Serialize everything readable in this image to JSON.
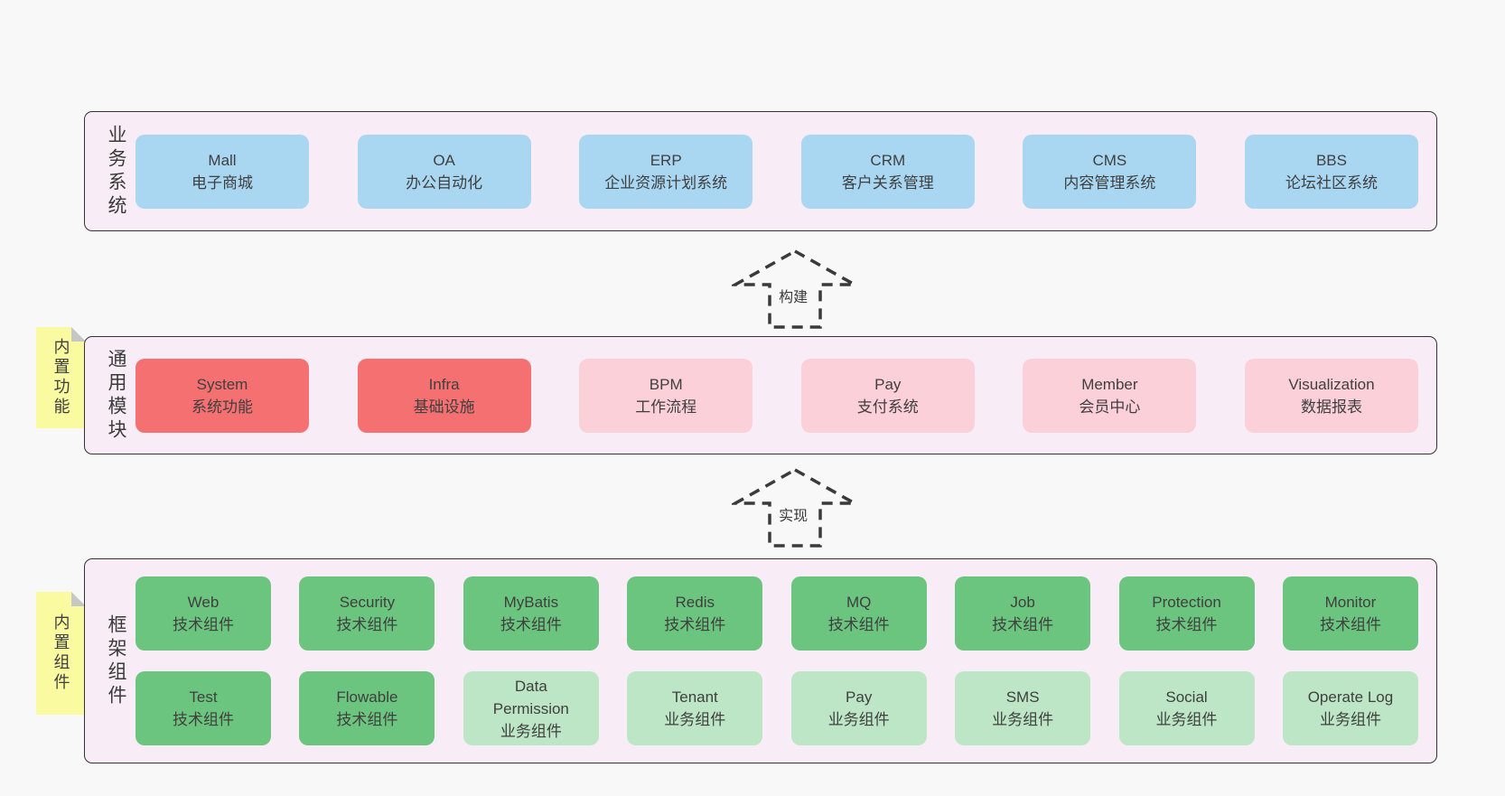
{
  "colors": {
    "page_bg": "#f8f8f8",
    "band_bg": "#f8edf6",
    "band_border": "#333333",
    "blue_box": "#a9d7f2",
    "red_box": "#f57070",
    "pink_box": "#fbd0d8",
    "green_dark_box": "#6bc57e",
    "green_light_box": "#bce6c5",
    "sticky_yellow": "#fafaa0",
    "text": "#3f3f3f"
  },
  "arrows": [
    {
      "label": "构建"
    },
    {
      "label": "实现"
    }
  ],
  "bands": [
    {
      "label": "业务系统",
      "rows": [
        [
          {
            "title": "Mall",
            "subtitle": "电子商城"
          },
          {
            "title": "OA",
            "subtitle": "办公自动化"
          },
          {
            "title": "ERP",
            "subtitle": "企业资源计划系统"
          },
          {
            "title": "CRM",
            "subtitle": "客户关系管理"
          },
          {
            "title": "CMS",
            "subtitle": "内容管理系统"
          },
          {
            "title": "BBS",
            "subtitle": "论坛社区系统"
          }
        ]
      ]
    },
    {
      "label": "通用模块",
      "sticky": "内置功能",
      "rows": [
        [
          {
            "title": "System",
            "subtitle": "系统功能"
          },
          {
            "title": "Infra",
            "subtitle": "基础设施"
          },
          {
            "title": "BPM",
            "subtitle": "工作流程"
          },
          {
            "title": "Pay",
            "subtitle": "支付系统"
          },
          {
            "title": "Member",
            "subtitle": "会员中心"
          },
          {
            "title": "Visualization",
            "subtitle": "数据报表"
          }
        ]
      ]
    },
    {
      "label": "框架组件",
      "sticky": "内置组件",
      "rows": [
        [
          {
            "title": "Web",
            "subtitle": "技术组件"
          },
          {
            "title": "Security",
            "subtitle": "技术组件"
          },
          {
            "title": "MyBatis",
            "subtitle": "技术组件"
          },
          {
            "title": "Redis",
            "subtitle": "技术组件"
          },
          {
            "title": "MQ",
            "subtitle": "技术组件"
          },
          {
            "title": "Job",
            "subtitle": "技术组件"
          },
          {
            "title": "Protection",
            "subtitle": "技术组件"
          },
          {
            "title": "Monitor",
            "subtitle": "技术组件"
          }
        ],
        [
          {
            "title": "Test",
            "subtitle": "技术组件"
          },
          {
            "title": "Flowable",
            "subtitle": "技术组件"
          },
          {
            "title": "Data Permission",
            "subtitle": "业务组件"
          },
          {
            "title": "Tenant",
            "subtitle": "业务组件"
          },
          {
            "title": "Pay",
            "subtitle": "业务组件"
          },
          {
            "title": "SMS",
            "subtitle": "业务组件"
          },
          {
            "title": "Social",
            "subtitle": "业务组件"
          },
          {
            "title": "Operate Log",
            "subtitle": "业务组件"
          }
        ]
      ]
    }
  ]
}
